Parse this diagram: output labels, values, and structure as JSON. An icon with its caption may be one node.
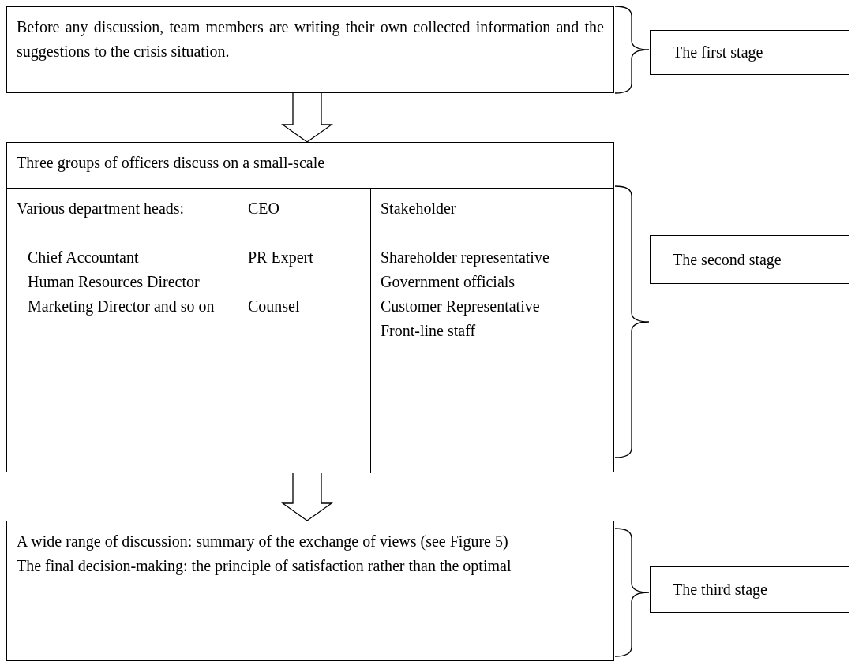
{
  "diagram": {
    "nodes": [
      {
        "text": [
          "Before any discussion, team members are writing their own collected information and the suggestions to the crisis situation."
        ]
      },
      {
        "text": [
          "The first stage"
        ]
      },
      {
        "text": [
          "Three groups of officers discuss on a small-scale"
        ]
      },
      {
        "text": [
          "Various department heads:",
          "Chief Accountant",
          "Human Resources Director",
          "Marketing Director and so on"
        ],
        "in": 2
      },
      {
        "text": [
          "CEO",
          "PR Expert",
          "Counsel"
        ],
        "in": 2
      },
      {
        "text": [
          "Stakeholder",
          "Shareholder representative",
          "Government officials",
          "Customer Representative",
          "Front-line staff"
        ],
        "in": 2
      },
      {
        "text": [
          "The second stage"
        ]
      },
      {
        "text": [
          "A wide range of discussion: summary of the exchange of views (see Figure 5)",
          "The final decision-making: the principle of satisfaction rather than the optimal"
        ]
      },
      {
        "text": [
          "The third stage"
        ]
      }
    ],
    "edges": [
      {
        "from": 0,
        "to": 2,
        "arrow": "to"
      },
      {
        "from": 2,
        "to": 7,
        "arrow": "to"
      }
    ]
  }
}
